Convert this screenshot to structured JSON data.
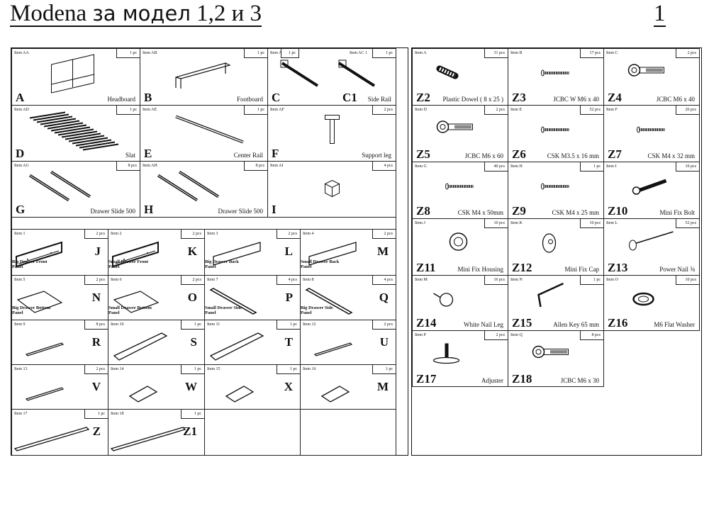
{
  "header": {
    "model": "Modena",
    "label": "за модел",
    "models": "1,2 и 3",
    "page": "1"
  },
  "frame_parts": [
    {
      "item": "Item AA",
      "qty": "1 pc",
      "letter": "A",
      "name": "Headboard",
      "icon": "headboard-icon"
    },
    {
      "item": "Item AB",
      "qty": "1 pc",
      "letter": "B",
      "name": "Footboard",
      "icon": "footboard-icon"
    },
    {
      "item": "Item AC",
      "qty": "1 pc",
      "item2": "Item AC 1",
      "qty2": "1 pc",
      "letter": "C",
      "letter2": "C1",
      "name": "Side Rail",
      "icon": "side-rail-icon"
    },
    {
      "item": "Item AD",
      "qty": "1 pc",
      "letter": "D",
      "name": "Slat",
      "icon": "slat-icon"
    },
    {
      "item": "Item AE",
      "qty": "1 pc",
      "letter": "E",
      "name": "Center Rail",
      "icon": "center-rail-icon"
    },
    {
      "item": "Item AF",
      "qty": "2 pcs",
      "letter": "F",
      "name": "Support leg",
      "icon": "support-leg-icon"
    },
    {
      "item": "Item AG",
      "qty": "8 pcs",
      "letter": "G",
      "name": "Drawer Slide 500",
      "icon": "drawer-slide-icon"
    },
    {
      "item": "Item AH",
      "qty": "8 pcs",
      "letter": "H",
      "name": "Drawer Slide 500",
      "icon": "drawer-slide-icon"
    },
    {
      "item": "Item AI",
      "qty": "4 pcs",
      "letter": "I",
      "name": "",
      "icon": "block-icon"
    }
  ],
  "drawer_parts": [
    {
      "item": "Item 1",
      "qty": "2 pcs",
      "letter": "J",
      "name": "Big Drawer Front Panel",
      "icon": "front-panel-icon"
    },
    {
      "item": "Item 2",
      "qty": "2 pcs",
      "letter": "K",
      "name": "Small Drawer Front Panel",
      "icon": "front-panel-icon"
    },
    {
      "item": "Item 3",
      "qty": "2 pcs",
      "letter": "L",
      "name": "Big Drawer Back Panel",
      "icon": "back-panel-icon"
    },
    {
      "item": "Item 4",
      "qty": "2 pcs",
      "letter": "M",
      "name": "Small Drawer Back Panel",
      "icon": "back-panel-icon"
    },
    {
      "item": "Item 5",
      "qty": "2 pcs",
      "letter": "N",
      "name": "Big Drawer Bottom Panel",
      "icon": "bottom-panel-icon"
    },
    {
      "item": "Item 6",
      "qty": "2 pcs",
      "letter": "O",
      "name": "Small Drawer Bottom Panel",
      "icon": "bottom-panel-icon"
    },
    {
      "item": "Item 7",
      "qty": "4 pcs",
      "letter": "P",
      "name": "Small Drawer Side Panel",
      "icon": "side-panel-icon"
    },
    {
      "item": "Item 8",
      "qty": "4 pcs",
      "letter": "Q",
      "name": "Big Drawer Side Panel",
      "icon": "side-panel-icon"
    },
    {
      "item": "Item 9",
      "qty": "8 pcs",
      "letter": "R",
      "name": "",
      "icon": "strip-icon"
    },
    {
      "item": "Item 10",
      "qty": "1 pc",
      "letter": "S",
      "name": "",
      "icon": "long-board-icon"
    },
    {
      "item": "Item 11",
      "qty": "1 pc",
      "letter": "T",
      "name": "",
      "icon": "long-board-icon"
    },
    {
      "item": "Item 12",
      "qty": "2 pcs",
      "letter": "U",
      "name": "",
      "icon": "strip-icon"
    },
    {
      "item": "Item 13",
      "qty": "2 pcs",
      "letter": "V",
      "name": "",
      "icon": "strip-icon"
    },
    {
      "item": "Item 14",
      "qty": "1 pc",
      "letter": "W",
      "name": "",
      "icon": "small-board-icon"
    },
    {
      "item": "Item 15",
      "qty": "1 pc",
      "letter": "X",
      "name": "",
      "icon": "small-board-icon"
    },
    {
      "item": "Item 16",
      "qty": "1 pc",
      "letter": "M",
      "name": "",
      "icon": "small-board-icon"
    },
    {
      "item": "Item 17",
      "qty": "1 pc",
      "letter": "Z",
      "name": "",
      "icon": "long-strip-icon"
    },
    {
      "item": "Item 18",
      "qty": "1 pc",
      "letter": "Z1",
      "name": "",
      "icon": "long-strip-icon"
    }
  ],
  "hardware": [
    {
      "item": "Item A",
      "qty": "31 pcs",
      "letter": "Z2",
      "name": "Plastic Dowel ( 8 x 25 )",
      "icon": "dowel-icon"
    },
    {
      "item": "Item B",
      "qty": "17 pcs",
      "letter": "Z3",
      "name": "JCBC W M6 x 40",
      "icon": "screw-icon"
    },
    {
      "item": "Item C",
      "qty": "2 pcs",
      "letter": "Z4",
      "name": "JCBC M6 x 40",
      "icon": "bolt-icon"
    },
    {
      "item": "Item D",
      "qty": "2 pcs",
      "letter": "Z5",
      "name": "JCBC M6 x 60",
      "icon": "bolt-icon"
    },
    {
      "item": "Item E",
      "qty": "52 pcs",
      "letter": "Z6",
      "name": "CSK M3.5 x 16 mm",
      "icon": "screw-icon"
    },
    {
      "item": "Item F",
      "qty": "26 pcs",
      "letter": "Z7",
      "name": "CSK M4 x 32 mm",
      "icon": "screw-icon"
    },
    {
      "item": "Item G",
      "qty": "40 pcs",
      "letter": "Z8",
      "name": "CSK M4 x 50mm",
      "icon": "screw-icon"
    },
    {
      "item": "Item H",
      "qty": "1 pc",
      "letter": "Z9",
      "name": "CSK M4 x 25 mm",
      "icon": "screw-icon"
    },
    {
      "item": "Item I",
      "qty": "10 pcs",
      "letter": "Z10",
      "name": "Mini Fix Bolt",
      "icon": "minifix-bolt-icon"
    },
    {
      "item": "Item J",
      "qty": "10 pcs",
      "letter": "Z11",
      "name": "Mini Fix Housing",
      "icon": "minifix-housing-icon"
    },
    {
      "item": "Item K",
      "qty": "10 pcs",
      "letter": "Z12",
      "name": "Mini Fix Cap",
      "icon": "cap-icon"
    },
    {
      "item": "Item L",
      "qty": "52 pcs",
      "letter": "Z13",
      "name": "Power Nail ⅝",
      "icon": "nail-icon"
    },
    {
      "item": "Item M",
      "qty": "16 pcs",
      "letter": "Z14",
      "name": "White Nail Leg",
      "icon": "nail-leg-icon"
    },
    {
      "item": "Item N",
      "qty": "1 pc",
      "letter": "Z15",
      "name": "Allen Key 65 mm",
      "icon": "allen-key-icon"
    },
    {
      "item": "Item O",
      "qty": "10 pcs",
      "letter": "Z16",
      "name": "M6 Flat Washer",
      "icon": "washer-icon"
    },
    {
      "item": "Item P",
      "qty": "2 pcs",
      "letter": "Z17",
      "name": "Adjuster",
      "icon": "adjuster-icon"
    },
    {
      "item": "Item Q",
      "qty": "8 pcs",
      "letter": "Z18",
      "name": "JCBC M6 x 30",
      "icon": "bolt-icon"
    }
  ]
}
